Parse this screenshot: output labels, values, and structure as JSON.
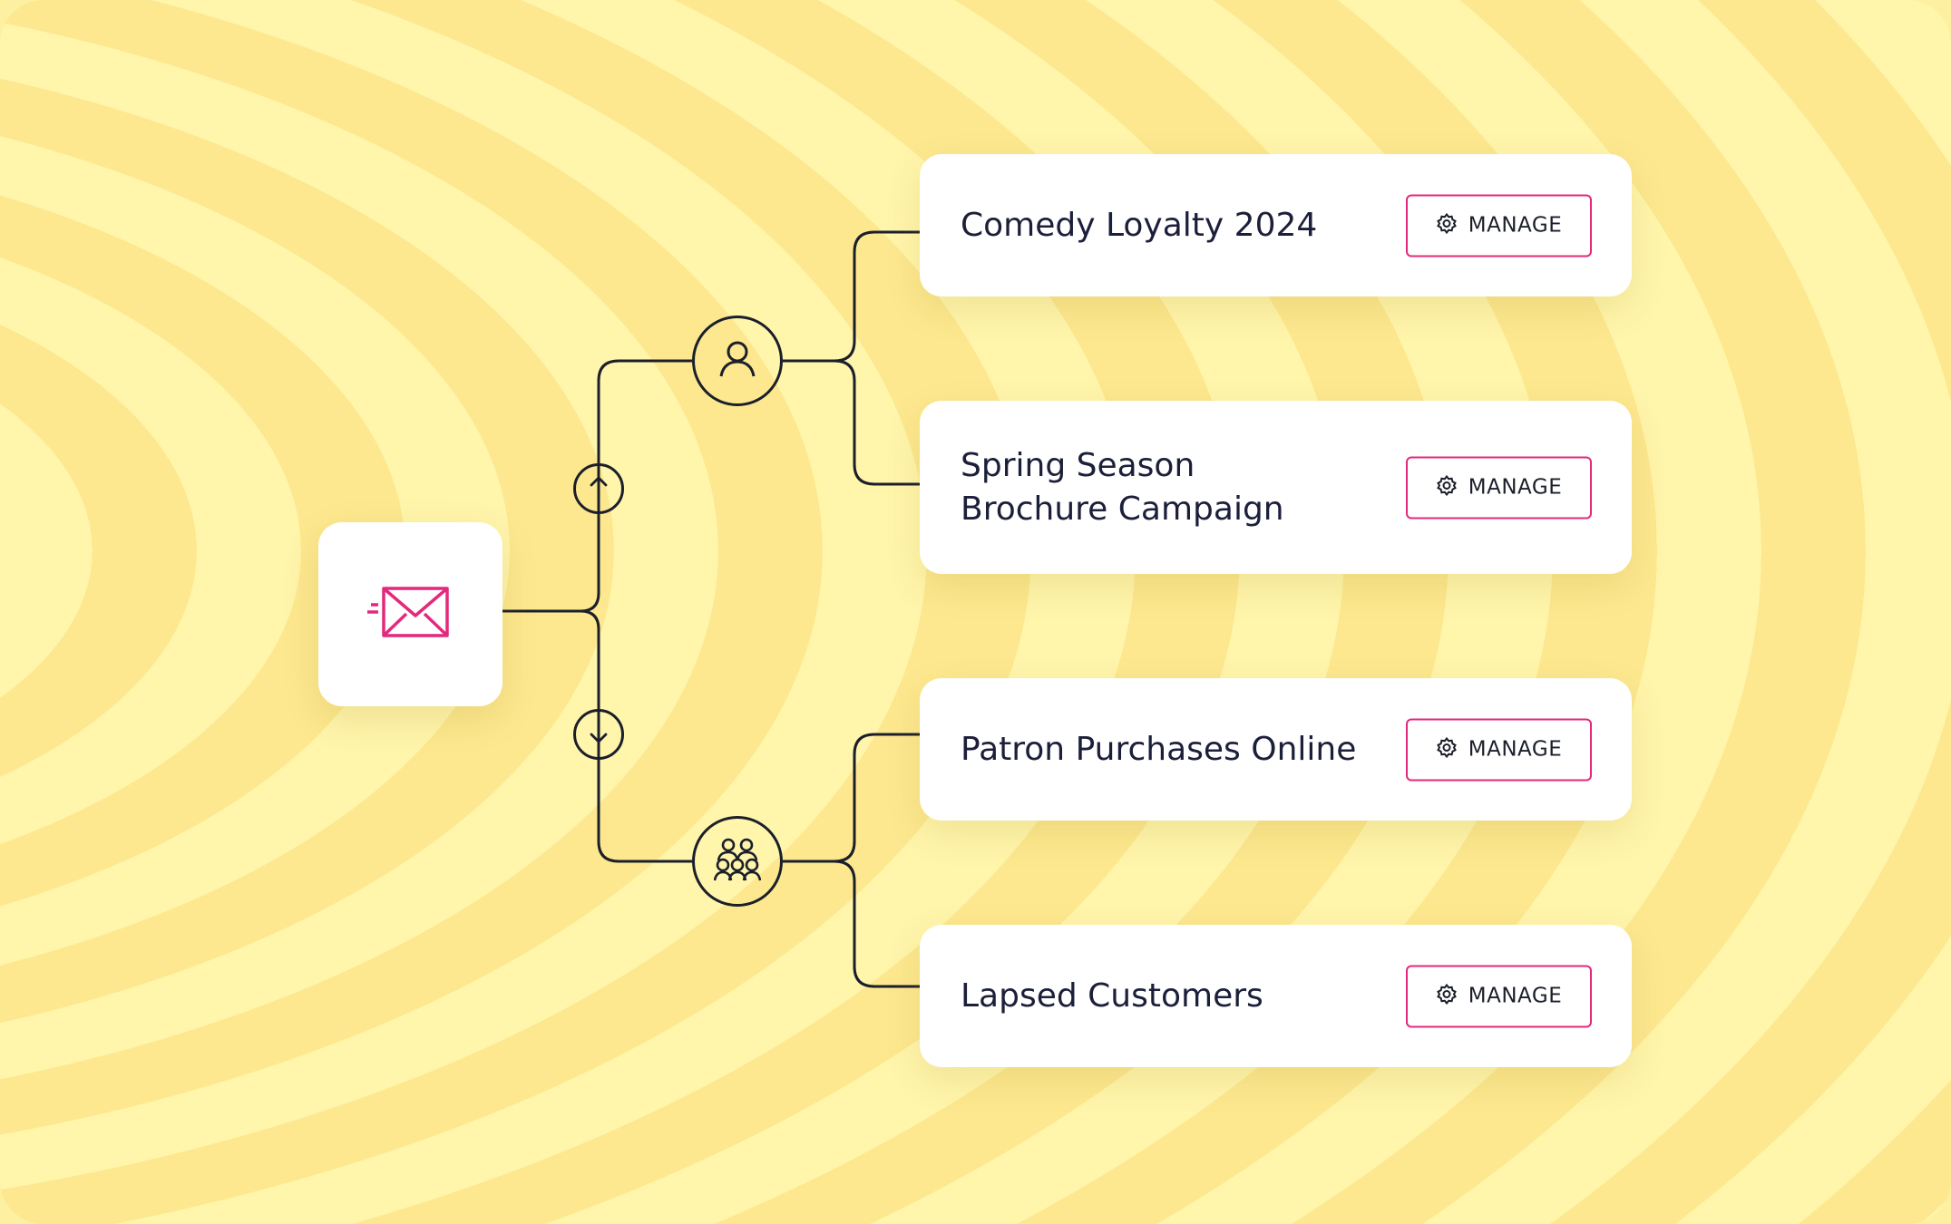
{
  "cards": [
    {
      "title": "Comedy Loyalty 2024",
      "button_label": "MANAGE",
      "icon": "gear-icon"
    },
    {
      "title": "Spring Season\nBrochure Campaign",
      "button_label": "MANAGE",
      "icon": "gear-icon"
    },
    {
      "title": "Patron Purchases Online",
      "button_label": "MANAGE",
      "icon": "gear-icon"
    },
    {
      "title": "Lapsed Customers",
      "button_label": "MANAGE",
      "icon": "gear-icon"
    }
  ],
  "nodes": {
    "source": {
      "icon": "email-send-icon"
    },
    "upper": {
      "icon": "user-icon"
    },
    "lower": {
      "icon": "group-icon"
    },
    "up_arrow": {
      "icon": "arrow-up-icon"
    },
    "down_arrow": {
      "icon": "arrow-down-icon"
    }
  },
  "colors": {
    "accent": "#e3287d",
    "line": "#1b1f2b",
    "background_light": "#fff5ab",
    "background_dark": "#fde88f"
  }
}
